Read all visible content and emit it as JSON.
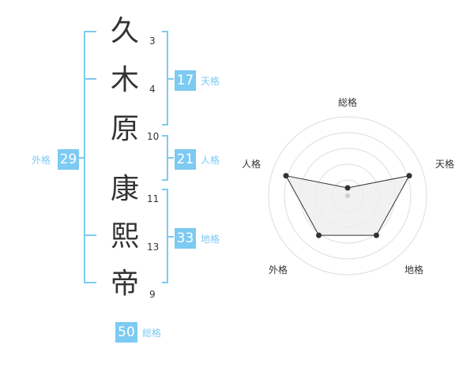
{
  "name": {
    "characters": [
      "久",
      "木",
      "原",
      "康",
      "熙",
      "帝"
    ],
    "strokes": [
      "3",
      "4",
      "10",
      "11",
      "13",
      "9"
    ]
  },
  "fortune": {
    "tenkaku": {
      "value": "17",
      "label": "天格"
    },
    "jinkaku": {
      "value": "21",
      "label": "人格"
    },
    "chikaku": {
      "value": "33",
      "label": "地格"
    },
    "gaikaku": {
      "value": "29",
      "label": "外格"
    },
    "soukaku": {
      "value": "50",
      "label": "総格"
    }
  },
  "radar": {
    "axes": [
      "総格",
      "天格",
      "地格",
      "外格",
      "人格"
    ],
    "values": [
      0.1,
      0.82,
      0.62,
      0.62,
      0.82
    ],
    "line_color": "#333333",
    "fill_color": "#eeeeee",
    "grid_color": "#dddddd"
  },
  "colors": {
    "accent": "#7dcaf2"
  }
}
